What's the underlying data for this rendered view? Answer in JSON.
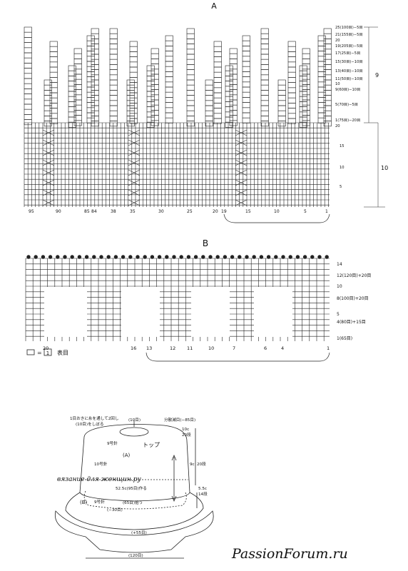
{
  "chart_a": {
    "label": "A",
    "bottom_numbers": [
      "95",
      "90",
      "85",
      "84",
      "38",
      "35",
      "30",
      "25",
      "20",
      "19",
      "15",
      "10",
      "5",
      "1"
    ],
    "right_labels": [
      "25(100目)−5目",
      "21(155目)−5目",
      "20",
      "19(205目)−5目",
      "17(25目)−5目",
      "15(30目)−10目",
      "13(40目)−10目",
      "11(50目)−10目",
      "10",
      "9(60目)−10目",
      "5(70目)−5目",
      "1(75目)−20目",
      "20",
      "15",
      "10",
      "5"
    ],
    "bracket_labels": [
      "9",
      "10"
    ]
  },
  "chart_b": {
    "label": "B",
    "right_labels": [
      "14",
      "12(120目)+20目",
      "10",
      "8(100目)+20目",
      "5",
      "4(80目)+15目",
      "1(65目)"
    ],
    "bottom_numbers": [
      "20",
      "16",
      "13",
      "12",
      "11",
      "10",
      "7",
      "6",
      "4",
      "1"
    ]
  },
  "legend": {
    "text": "表目",
    "box_label": "1"
  },
  "hat": {
    "notes": [
      "1目おきに糸を通して2回し",
      "(10目)をしぼる",
      "(10目)"
    ],
    "dec_note": "分散減目(−85目)",
    "top_label": "トップ",
    "a_label": "(A)",
    "b_label": "(B)",
    "needle_top": "9号針",
    "needle_mid": "10号針",
    "needle_b": "9号針",
    "brim_note": "52.5c(95目)作る",
    "pick_note": "(65目)拾う",
    "dec30": "(−30目)",
    "inc55": "(+55目)",
    "bottom_count": "(120目)",
    "dim_top": "10c",
    "dim_top2": "20段",
    "dim_side": "9c",
    "dim_side2": "20段",
    "dim_brim": "5.5c",
    "dim_brim2": "14段",
    "arrow_top": "(10目)"
  },
  "watermark": "вязание для женщин.ру",
  "footer_watermark": "PassionForum.ru"
}
